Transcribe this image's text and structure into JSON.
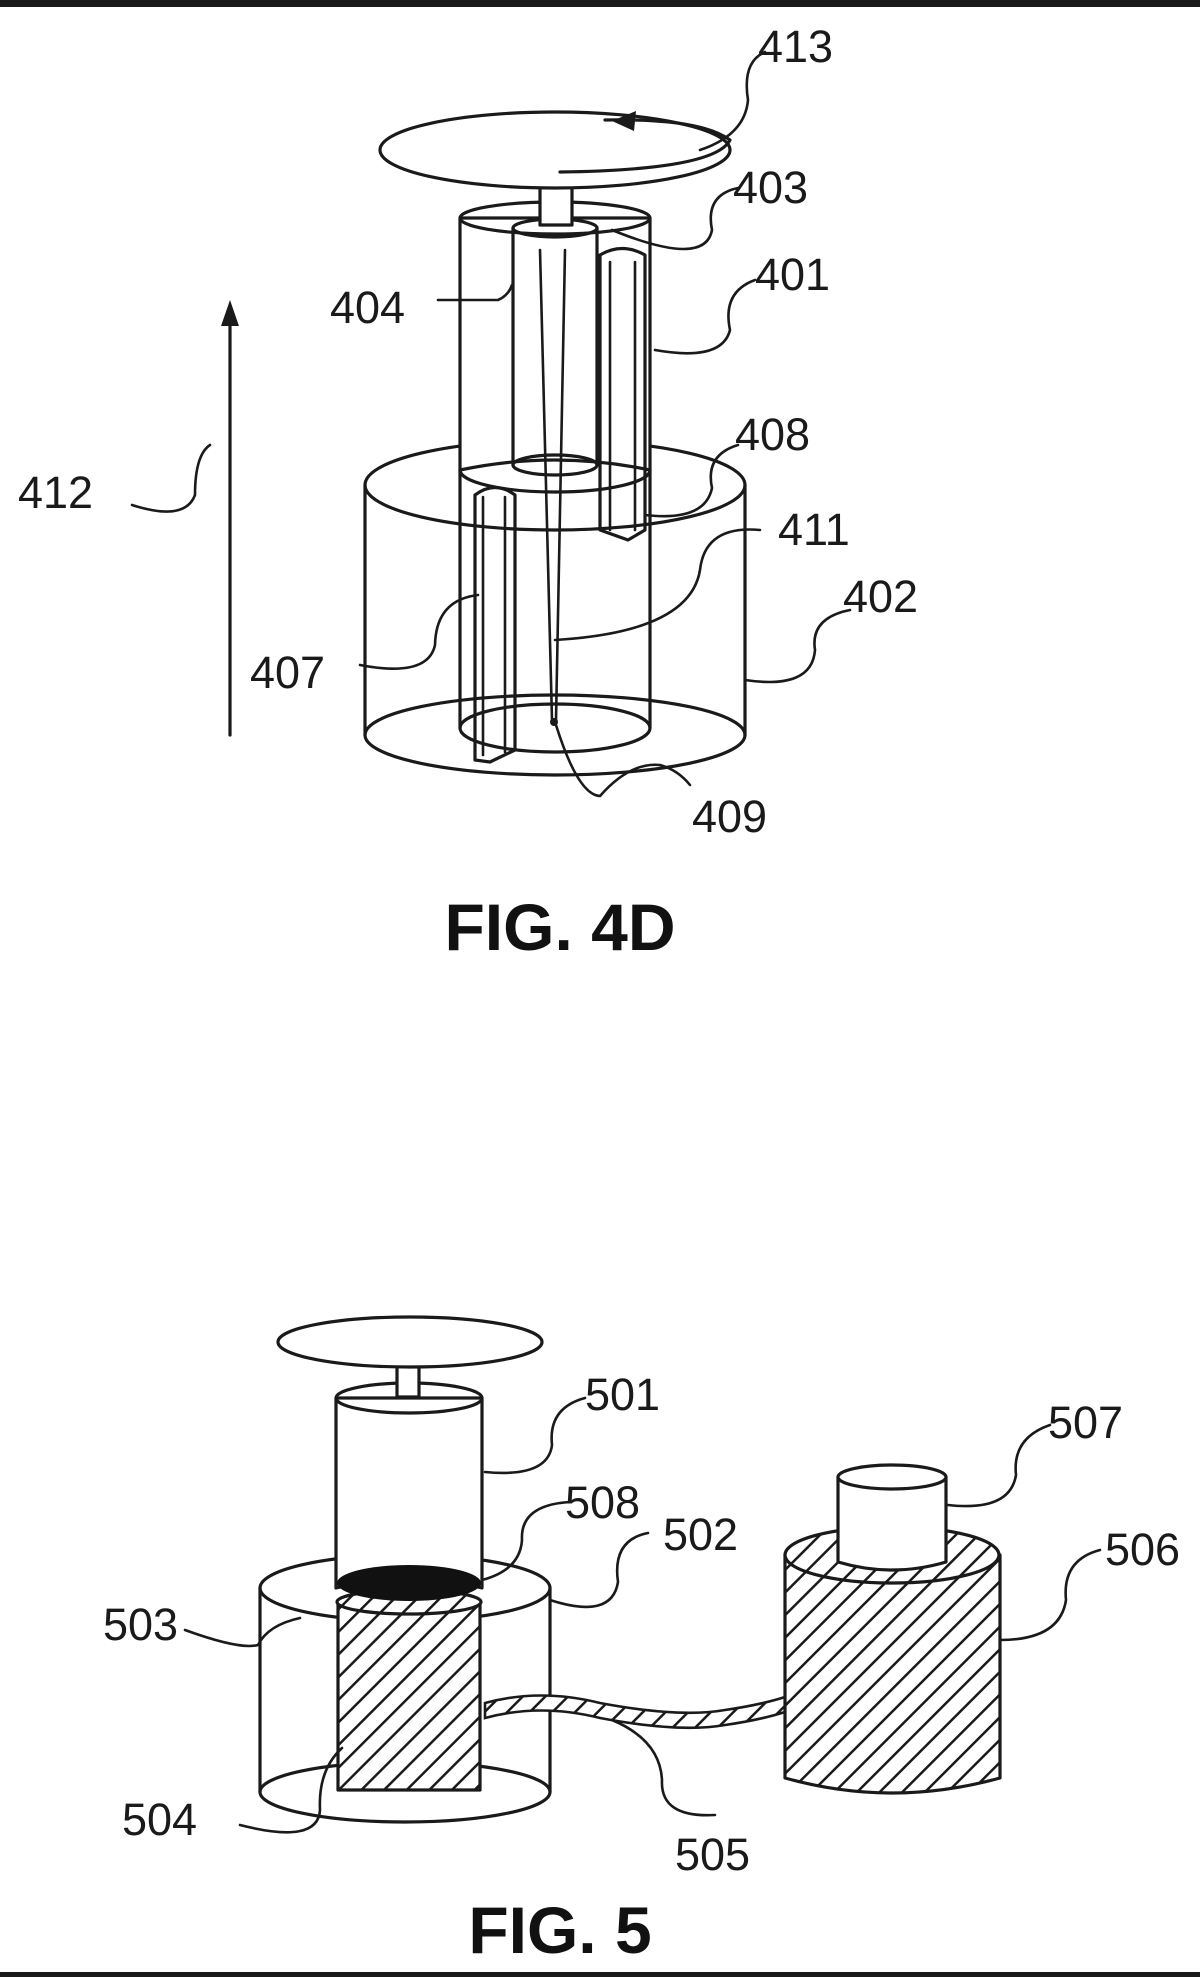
{
  "figures": [
    {
      "caption": "FIG. 4D",
      "labels": {
        "r413": "413",
        "r403": "403",
        "r401": "401",
        "r404": "404",
        "r408": "408",
        "r412": "412",
        "r411": "411",
        "r402": "402",
        "r407": "407",
        "r409": "409"
      }
    },
    {
      "caption": "FIG. 5",
      "labels": {
        "r501": "501",
        "r507": "507",
        "r508": "508",
        "r502": "502",
        "r506": "506",
        "r503": "503",
        "r504": "504",
        "r505": "505"
      }
    }
  ],
  "colors": {
    "ink": "#1a1a1a",
    "paper": "#ffffff"
  }
}
